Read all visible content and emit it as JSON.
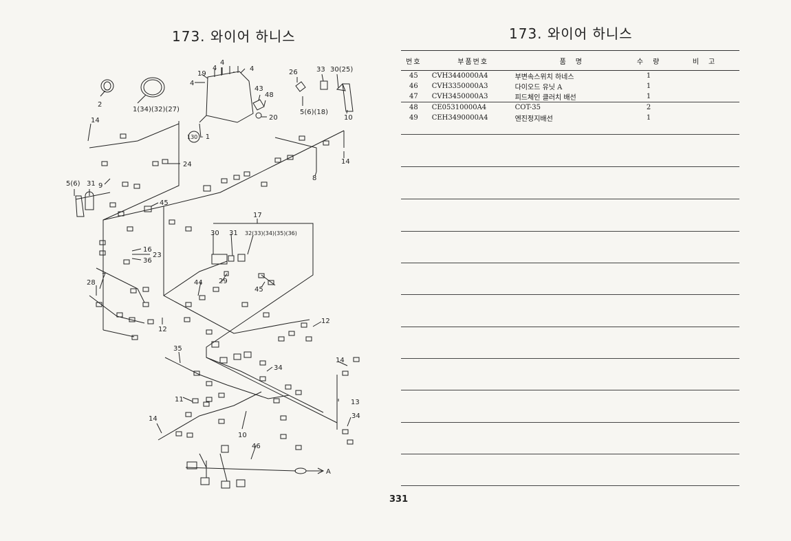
{
  "left_title": "173. 와이어 하니스",
  "right_title": "173. 와이어 하니스",
  "page_number": "331",
  "table": {
    "headers": [
      "번호",
      "부품번호",
      "품　명",
      "수　량",
      "비　고"
    ],
    "rows": [
      {
        "no": "45",
        "part": "CVH3440000A4",
        "name": "부변속스위치 하네스",
        "qty": "1",
        "remark": ""
      },
      {
        "no": "46",
        "part": "CVH3350000A3",
        "name": "다이오드 유닛 A",
        "qty": "1",
        "remark": ""
      },
      {
        "no": "47",
        "part": "CVH3450000A3",
        "name": "피드체인 클러치 배선",
        "qty": "1",
        "remark": ""
      },
      {
        "no": "48",
        "part": "CE05310000A4",
        "name": "COT-35",
        "qty": "2",
        "remark": ""
      },
      {
        "no": "49",
        "part": "CEH3490000A4",
        "name": "엔진정지배선",
        "qty": "1",
        "remark": ""
      }
    ]
  },
  "diagram": {
    "callouts": {
      "c2": "2",
      "c1_34": "1(34)(32)(27)",
      "c19": "19",
      "c4a": "4",
      "c4b": "4",
      "c4c": "4",
      "c4d": "4",
      "c26": "26",
      "c33": "33",
      "c30_25": "30(25)",
      "c43": "43",
      "c48": "48",
      "c5_6_18": "5(6)(18)",
      "c10a": "10",
      "c20": "20",
      "c130": "130",
      "c130_1": "- 1",
      "c14a": "14",
      "c14b": "14",
      "c24": "24",
      "c8": "8",
      "c5_6": "5(6)",
      "c31a": "31",
      "c9": "9",
      "c45a": "45",
      "c17": "17",
      "c30": "30",
      "c31b": "31",
      "c32_36": "32(33)(34)(35)(36)",
      "c16": "16",
      "c23": "23",
      "c36": "36",
      "c7": "7",
      "c28": "28",
      "c44": "44",
      "c29": "29",
      "c45b": "45",
      "c12a": "12",
      "c12b": "12",
      "c35": "35",
      "c34a": "34",
      "c14c": "14",
      "c13": "13",
      "c34b": "34",
      "c11": "11",
      "c14d": "14",
      "c10b": "10",
      "c46": "46",
      "cA": "A"
    }
  }
}
